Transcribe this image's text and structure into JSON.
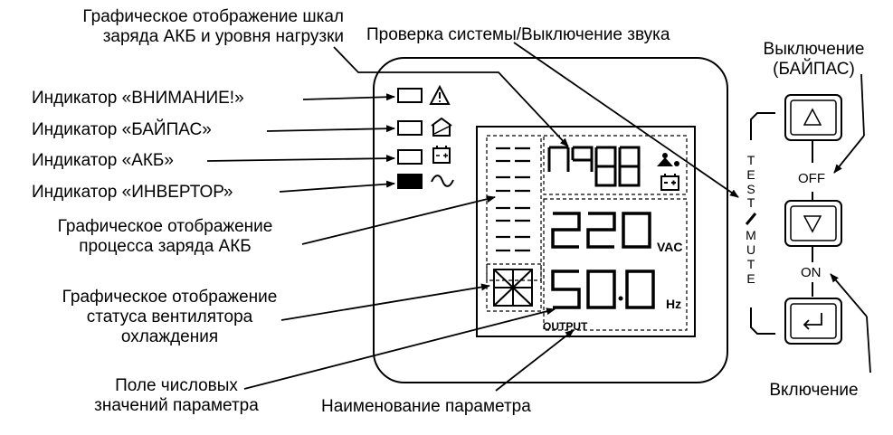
{
  "labels": {
    "graph_scales_line1": "Графическое отображение шкал",
    "graph_scales_line2": "заряда АКБ и уровня нагрузки",
    "system_check": "Проверка системы/Выключение звука",
    "off_bypass_line1": "Выключение",
    "off_bypass_line2": "(БАЙПАС)",
    "ind_warning": "Индикатор «ВНИМАНИЕ!»",
    "ind_bypass": "Индикатор «БАЙПАС»",
    "ind_battery": "Индикатор «АКБ»",
    "ind_inverter": "Индикатор «ИНВЕРТОР»",
    "graph_charge_line1": "Графическое отображение",
    "graph_charge_line2": "процесса заряда АКБ",
    "graph_fan_line1": "Графическое отображение",
    "graph_fan_line2": "статуса вентилятора",
    "graph_fan_line3": "охлаждения",
    "value_field_line1": "Поле числовых",
    "value_field_line2": "значений параметра",
    "param_name": "Наименование параметра",
    "power_on": "Включение"
  },
  "lcd": {
    "voltage": "220",
    "voltage_unit": "VAC",
    "frequency": "50.0",
    "frequency_unit": "Hz",
    "output": "OUTPUT"
  },
  "buttons": {
    "vertical_label": [
      "T",
      "E",
      "S",
      "T",
      "/",
      "M",
      "U",
      "T",
      "E"
    ],
    "off": "OFF",
    "on": "ON"
  }
}
